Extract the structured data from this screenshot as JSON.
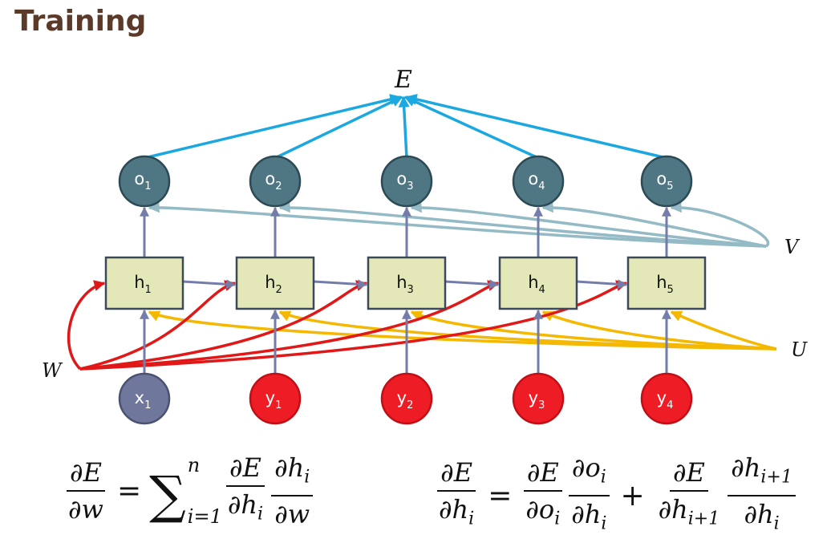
{
  "title": "Training",
  "loss_label": "E",
  "weights": {
    "V": "V",
    "U": "U",
    "W": "W"
  },
  "outputs": [
    {
      "base": "o",
      "sub": "1"
    },
    {
      "base": "o",
      "sub": "2"
    },
    {
      "base": "o",
      "sub": "3"
    },
    {
      "base": "o",
      "sub": "4"
    },
    {
      "base": "o",
      "sub": "5"
    }
  ],
  "hidden": [
    {
      "base": "h",
      "sub": "1"
    },
    {
      "base": "h",
      "sub": "2"
    },
    {
      "base": "h",
      "sub": "3"
    },
    {
      "base": "h",
      "sub": "4"
    },
    {
      "base": "h",
      "sub": "5"
    }
  ],
  "inputs": [
    {
      "base": "x",
      "sub": "1"
    },
    {
      "base": "y",
      "sub": "1"
    },
    {
      "base": "y",
      "sub": "2"
    },
    {
      "base": "y",
      "sub": "3"
    },
    {
      "base": "y",
      "sub": "4"
    }
  ],
  "colors": {
    "output_node": "#4e7783",
    "input_x_node": "#6f779c",
    "input_y_node": "#ee1c24",
    "hidden_box": "#e4e8b8",
    "loss_arrows": "#1ba8e0",
    "v_arrows": "#93bac5",
    "u_arrows": "#f5b800",
    "w_arrows": "#e11818",
    "flow_arrows": "#747caa",
    "title": "#5b3a29"
  },
  "equations": {
    "left": {
      "lhs_num": "∂E",
      "lhs_den": "∂w",
      "equals": "=",
      "sum_symbol": "∑",
      "sum_upper": "n",
      "sum_lower": "i=1",
      "t1_num": "∂E",
      "t1_den_base": "∂h",
      "t1_den_sub": "i",
      "t2_num_base": "∂h",
      "t2_num_sub": "i",
      "t2_den": "∂w"
    },
    "right": {
      "lhs_num": "∂E",
      "lhs_den_base": "∂h",
      "lhs_den_sub": "i",
      "equals": "=",
      "a_num": "∂E",
      "a_den_base": "∂o",
      "a_den_sub": "i",
      "b_num_base": "∂o",
      "b_num_sub": "i",
      "b_den_base": "∂h",
      "b_den_sub": "i",
      "plus": "+",
      "c_num": "∂E",
      "c_den_base": "∂h",
      "c_den_sub": "i+1",
      "d_num_base": "∂h",
      "d_num_sub": "i+1",
      "d_den_base": "∂h",
      "d_den_sub": "i"
    }
  }
}
